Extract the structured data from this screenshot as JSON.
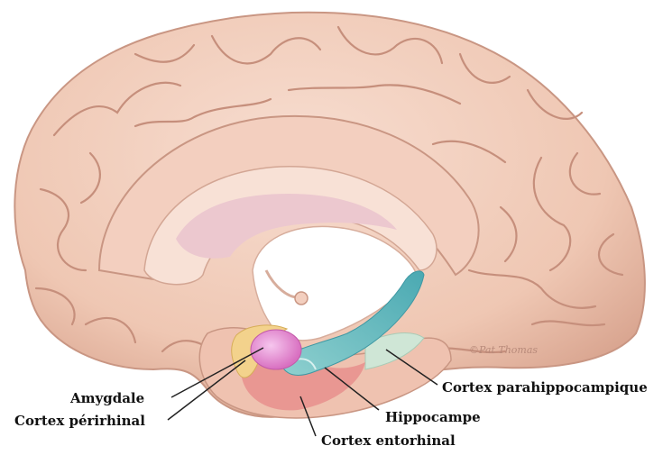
{
  "labels": {
    "amygdale": "Amygdale",
    "cortex_perirhinal": "Cortex périrhinal",
    "cortex_entorhinal": "Cortex entorhinal",
    "hippocampe": "Hippocampe",
    "cortex_parahippocampique": "Cortex parahippocampique"
  },
  "colors": {
    "cortex": "#efc7b3",
    "cortex_shadow": "#cf9c86",
    "corpus_callosum": "#f7ddd2",
    "inner_region": "#ecc8cf",
    "amygdala": "#e58ad0",
    "perirhinal": "#f3d28c",
    "entorhinal": "#e8928f",
    "hippocampus": "#7cc6c6",
    "parahippocampal": "#cfe6d6",
    "leader_line": "#222222"
  },
  "icons": {
    "brain": "brain-illustration"
  }
}
